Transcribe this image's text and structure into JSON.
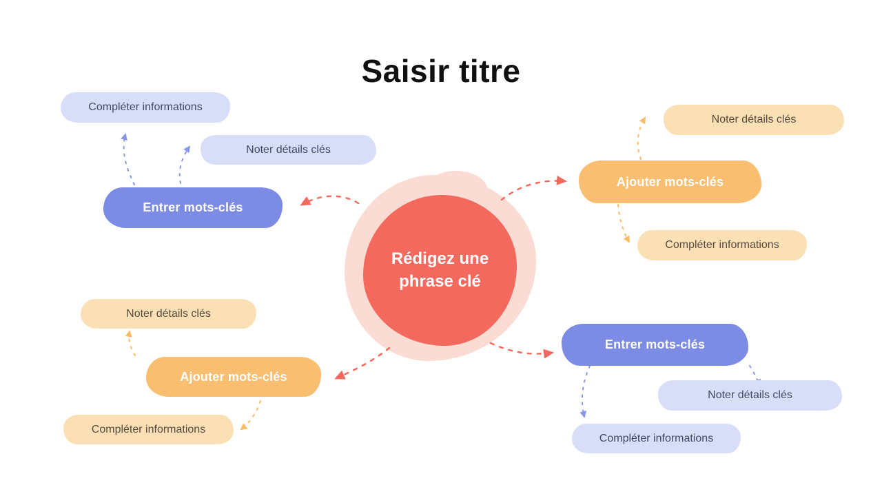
{
  "title": "Saisir titre",
  "center": {
    "label": "Rédigez une phrase clé"
  },
  "branches": [
    {
      "id": "top-left",
      "label": "Entrer mots-clés",
      "color": "blue",
      "children": [
        {
          "label": "Compléter informations"
        },
        {
          "label": "Noter détails clés"
        }
      ]
    },
    {
      "id": "top-right",
      "label": "Ajouter mots-clés",
      "color": "orange",
      "children": [
        {
          "label": "Noter détails clés"
        },
        {
          "label": "Compléter informations"
        }
      ]
    },
    {
      "id": "bottom-left",
      "label": "Ajouter mots-clés",
      "color": "orange",
      "children": [
        {
          "label": "Noter détails clés"
        },
        {
          "label": "Compléter informations"
        }
      ]
    },
    {
      "id": "bottom-right",
      "label": "Entrer mots-clés",
      "color": "blue",
      "children": [
        {
          "label": "Noter détails clés"
        },
        {
          "label": "Compléter informations"
        }
      ]
    }
  ],
  "colors": {
    "coral": "#f4695e",
    "coral_light": "#fbdcd4",
    "blue": "#7c8ce4",
    "blue_light": "#d9def8",
    "orange": "#f9be6f",
    "orange_light": "#fbe0b6",
    "title_text": "#101010"
  }
}
